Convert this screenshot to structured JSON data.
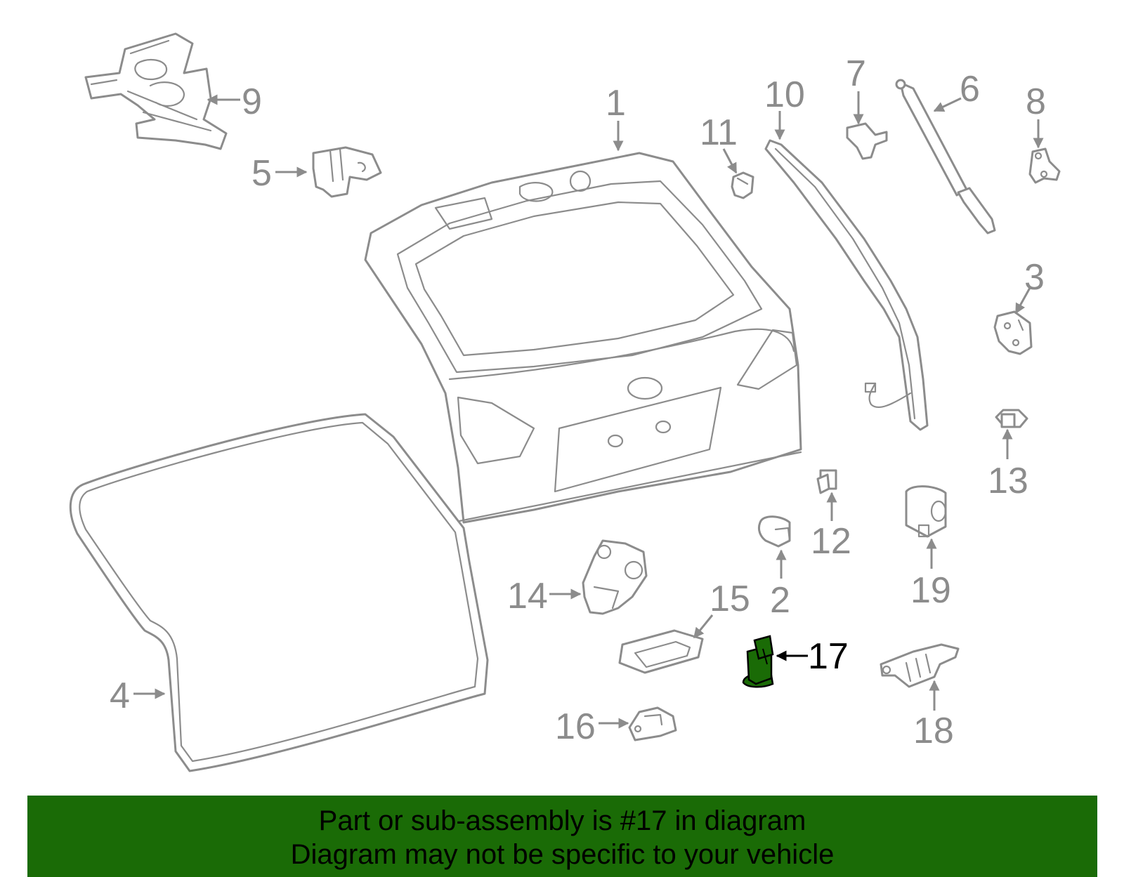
{
  "colors": {
    "line": "#8c8c8c",
    "highlight_part": "#1a6b06",
    "banner_bg": "#1a6b06",
    "banner_text": "#000000"
  },
  "callouts": {
    "c1": "1",
    "c2": "2",
    "c3": "3",
    "c4": "4",
    "c5": "5",
    "c6": "6",
    "c7": "7",
    "c8": "8",
    "c9": "9",
    "c10": "10",
    "c11": "11",
    "c12": "12",
    "c13": "13",
    "c14": "14",
    "c15": "15",
    "c16": "16",
    "c17": "17",
    "c18": "18",
    "c19": "19"
  },
  "highlighted_part": "17",
  "banner": {
    "line1": "Part or sub-assembly is #17 in diagram",
    "line2": "Diagram may not be specific to your vehicle"
  }
}
